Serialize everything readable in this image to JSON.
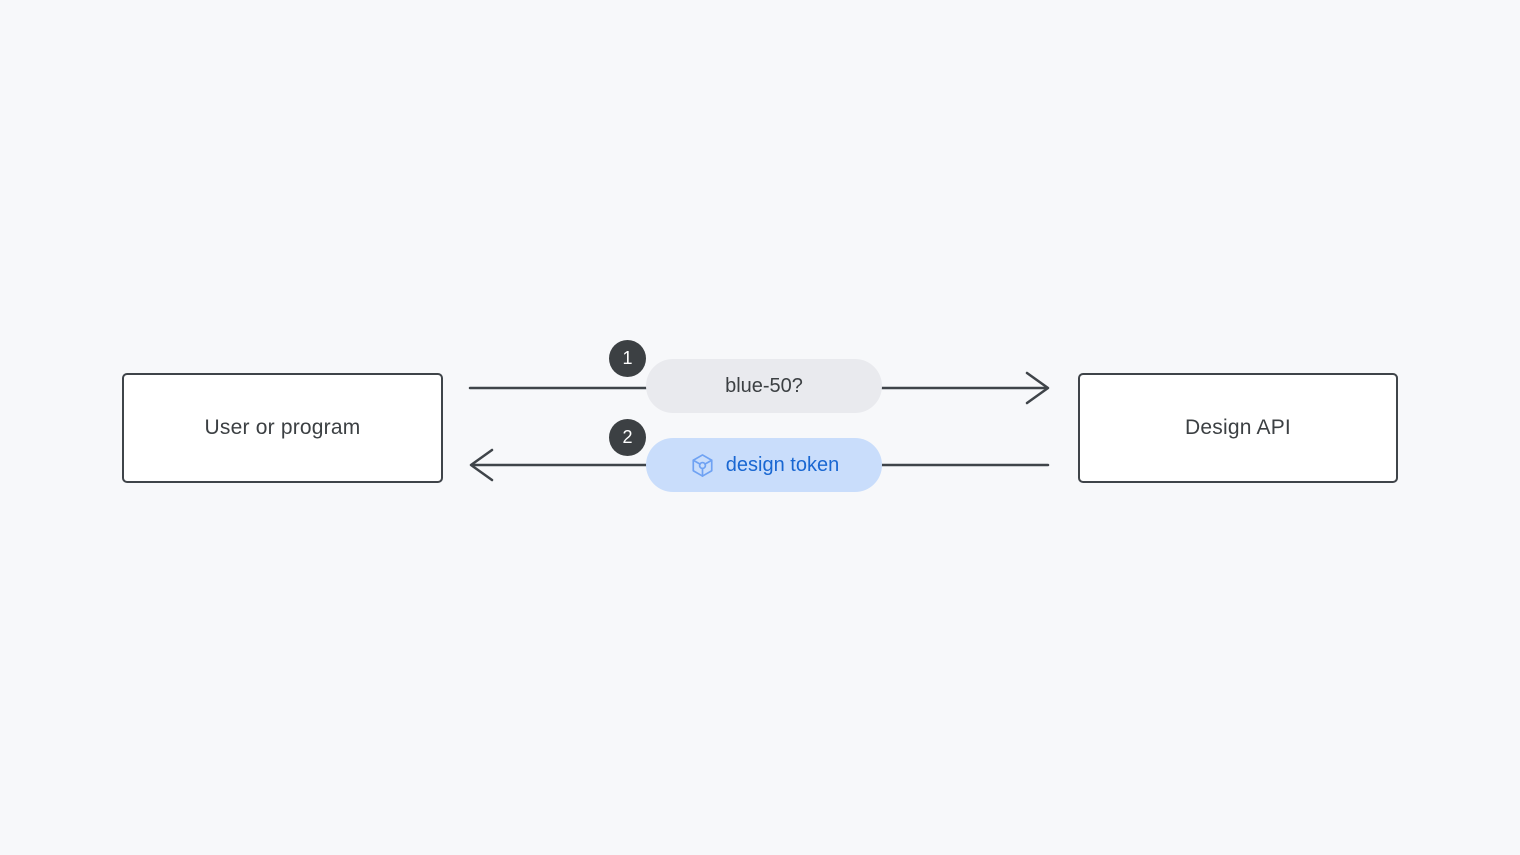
{
  "diagram": {
    "nodes": [
      {
        "id": "user",
        "label": "User or program"
      },
      {
        "id": "api",
        "label": "Design API"
      }
    ],
    "flows": [
      {
        "step": "1",
        "label": "blue-50?",
        "direction": "right",
        "style": "gray"
      },
      {
        "step": "2",
        "label": "design token",
        "direction": "left",
        "style": "blue",
        "icon": "token-icon"
      }
    ]
  },
  "colors": {
    "background": "#f7f8fa",
    "ink": "#3c4043",
    "arrow": "#3f4449",
    "pill_gray": "#e9eaee",
    "pill_blue": "#c9ddfb",
    "blue_text": "#1967d2",
    "icon_blue": "#6fa2f3",
    "badge_background": "#3c4043",
    "badge_text": "#ffffff",
    "node_background": "#ffffff"
  }
}
